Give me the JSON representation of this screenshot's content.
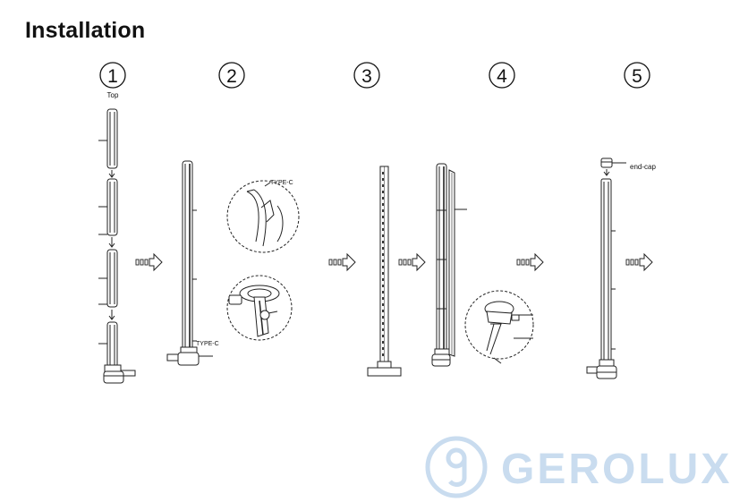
{
  "title": "Installation",
  "steps": [
    {
      "number": "1",
      "label": "Top"
    },
    {
      "number": "2",
      "label": "TYPE-C"
    },
    {
      "number": "3"
    },
    {
      "number": "4"
    },
    {
      "number": "5",
      "label": "end-cap"
    }
  ],
  "step2_detail_label": "TYPE-C",
  "watermark": {
    "text": "GEROLUX",
    "color": "#c9dcef"
  },
  "colors": {
    "line": "#222222",
    "strip": "#333333"
  }
}
